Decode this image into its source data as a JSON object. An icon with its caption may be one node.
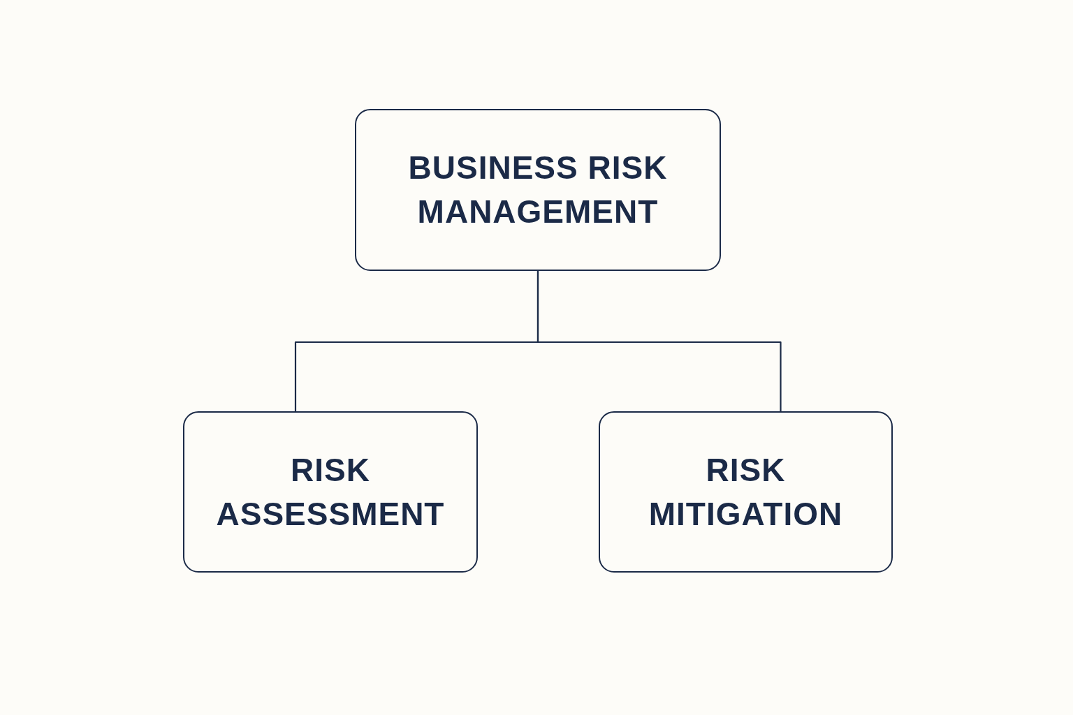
{
  "diagram": {
    "nodes": [
      {
        "text": [
          "BUSINESS RISK MANAGEMENT"
        ]
      },
      {
        "text": [
          "RISK ASSESSMENT"
        ]
      },
      {
        "text": [
          "RISK MITIGATION"
        ]
      }
    ],
    "edges": [
      {
        "from": 0,
        "to": 1,
        "arrow": "none"
      },
      {
        "from": 0,
        "to": 2,
        "arrow": "none"
      }
    ]
  }
}
